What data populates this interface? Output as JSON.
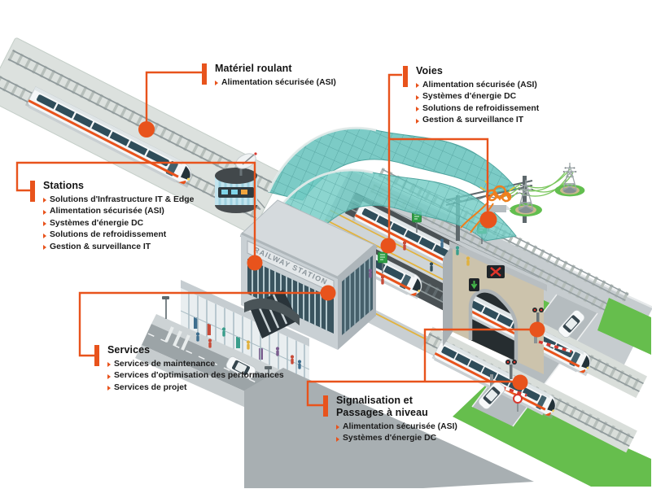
{
  "colors": {
    "accent": "#E8531C",
    "canopy_glass": "#63C2BB",
    "grass": "#66BE4D",
    "train_stripe": "#E8531C",
    "signal_red": "#E0352B",
    "signal_green": "#43B649"
  },
  "illustration": {
    "station_sign": "RAILWAY STATION"
  },
  "callouts": [
    {
      "id": "materiel-roulant",
      "title": "Matériel roulant",
      "items": [
        "Alimentation sécurisée (ASI)"
      ]
    },
    {
      "id": "voies",
      "title": "Voies",
      "items": [
        "Alimentation sécurisée (ASI)",
        "Systèmes d'énergie DC",
        "Solutions de refroidissement",
        "Gestion & surveillance IT"
      ]
    },
    {
      "id": "stations",
      "title": "Stations",
      "items": [
        "Solutions d'Infrastructure IT & Edge",
        "Alimentation sécurisée (ASI)",
        "Systèmes d'énergie DC",
        "Solutions de refroidissement",
        "Gestion & surveillance IT"
      ]
    },
    {
      "id": "services",
      "title": "Services",
      "items": [
        "Services de maintenance",
        "Services d'optimisation des performances",
        "Services de projet"
      ]
    },
    {
      "id": "signalisation",
      "title": "Signalisation et Passages à niveau",
      "items": [
        "Alimentation sécurisée (ASI)",
        "Systèmes d'énergie DC"
      ]
    }
  ]
}
